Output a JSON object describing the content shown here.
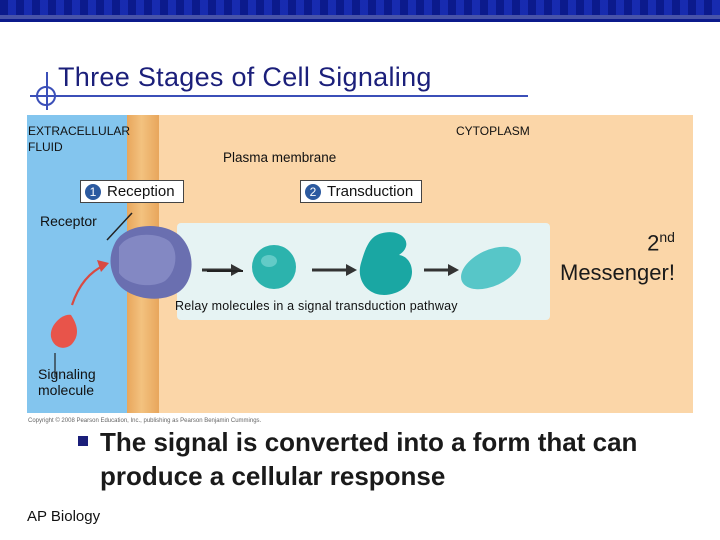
{
  "slide": {
    "title": "Three Stages of Cell Signaling",
    "footer": "AP Biology"
  },
  "figure": {
    "extracellular_label_1": "EXTRACELLULAR",
    "extracellular_label_2": "FLUID",
    "cytoplasm_label": "CYTOPLASM",
    "plasma_membrane_label": "Plasma membrane",
    "step1_number": "1",
    "step1_label": "Reception",
    "step2_number": "2",
    "step2_label": "Transduction",
    "receptor_label": "Receptor",
    "relay_label": "Relay molecules in a signal transduction pathway",
    "signaling_label_1": "Signaling",
    "signaling_label_2": "molecule",
    "copyright": "Copyright © 2008 Pearson Education, Inc., publishing as Pearson Benjamin Cummings."
  },
  "annotation": {
    "messenger_line1_base": "2",
    "messenger_line1_sup": "nd",
    "messenger_line2": "Messenger!"
  },
  "bullet": {
    "text": "The signal is converted into a form that can produce a cellular response"
  },
  "colors": {
    "title": "#1b1f7a",
    "extracellular": "#83c5ee",
    "cytoplasm": "#fbd6a8",
    "relay_box": "#e6f3f3",
    "relay_molecule": "#2cb3ad",
    "receptor": "#6a6fb0",
    "signal": "#e8544a"
  }
}
